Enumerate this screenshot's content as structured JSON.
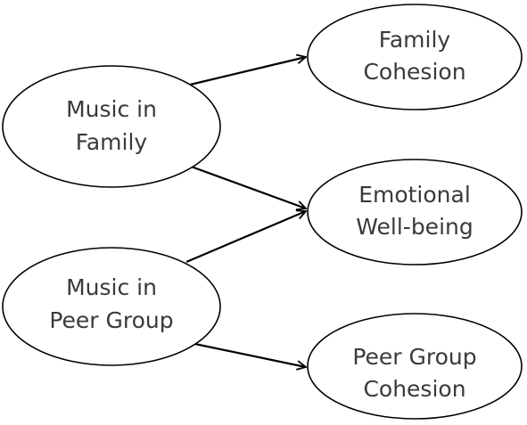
{
  "diagram": {
    "nodes": [
      {
        "id": "music-family",
        "lines": [
          "Music in",
          "Family"
        ]
      },
      {
        "id": "music-peer",
        "lines": [
          "Music in",
          "Peer Group"
        ]
      },
      {
        "id": "family-cohesion",
        "lines": [
          "Family",
          "Cohesion"
        ]
      },
      {
        "id": "emotional-wellbeing",
        "lines": [
          "Emotional",
          "Well-being"
        ]
      },
      {
        "id": "peer-cohesion",
        "lines": [
          "Peer Group",
          "Cohesion"
        ]
      }
    ],
    "edges": [
      {
        "from": "music-family",
        "to": "family-cohesion"
      },
      {
        "from": "music-family",
        "to": "emotional-wellbeing"
      },
      {
        "from": "music-peer",
        "to": "emotional-wellbeing"
      },
      {
        "from": "music-peer",
        "to": "peer-cohesion"
      }
    ]
  }
}
